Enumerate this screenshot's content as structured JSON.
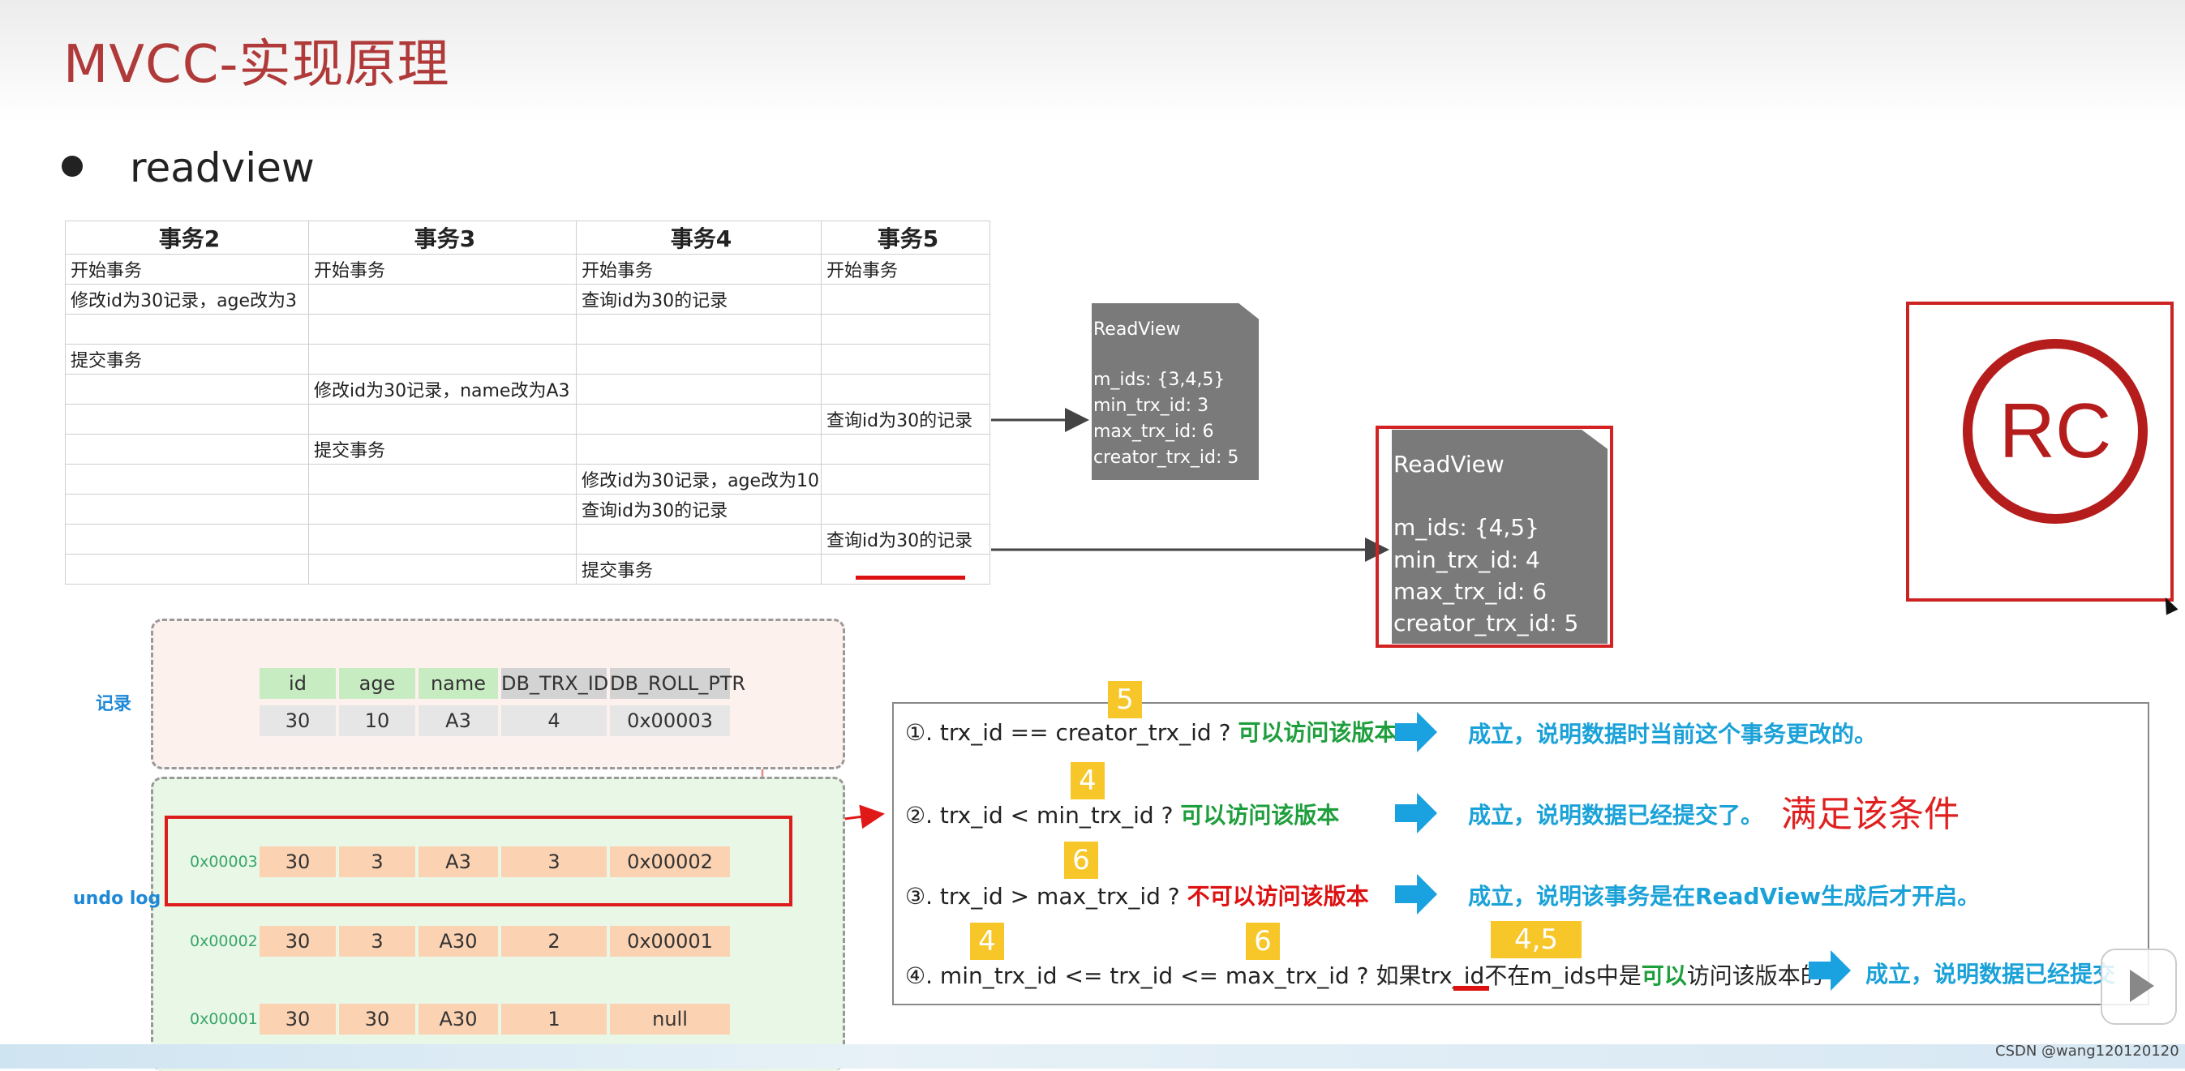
{
  "title": "MVCC-实现原理",
  "bullet": "readview",
  "table": {
    "headers": [
      "事务2",
      "事务3",
      "事务4",
      "事务5"
    ],
    "rows": [
      [
        "开始事务",
        "开始事务",
        "开始事务",
        "开始事务"
      ],
      [
        "修改id为30记录，age改为3",
        "",
        "查询id为30的记录",
        ""
      ],
      [
        "",
        "",
        "",
        ""
      ],
      [
        "提交事务",
        "",
        "",
        ""
      ],
      [
        "",
        "修改id为30记录，name改为A3",
        "",
        ""
      ],
      [
        "",
        "",
        "",
        "查询id为30的记录"
      ],
      [
        "",
        "提交事务",
        "",
        ""
      ],
      [
        "",
        "",
        "修改id为30记录，age改为10",
        ""
      ],
      [
        "",
        "",
        "查询id为30的记录",
        ""
      ],
      [
        "",
        "",
        "",
        "查询id为30的记录"
      ],
      [
        "",
        "",
        "提交事务",
        ""
      ]
    ]
  },
  "readview1": {
    "title": "ReadView",
    "m_ids": "m_ids: {3,4,5}",
    "min": "min_trx_id: 3",
    "max": "max_trx_id: 6",
    "creator": "creator_trx_id: 5"
  },
  "readview2": {
    "title": "ReadView",
    "m_ids": "m_ids: {4,5}",
    "min": "min_trx_id: 4",
    "max": "max_trx_id: 6",
    "creator": "creator_trx_id: 5"
  },
  "rc_label": "RC",
  "record": {
    "label": "记录",
    "headers": [
      "id",
      "age",
      "name",
      "DB_TRX_ID",
      "DB_ROLL_PTR"
    ],
    "values": [
      "30",
      "10",
      "A3",
      "4",
      "0x00003"
    ]
  },
  "undo": {
    "label": "undo log",
    "rows": [
      {
        "addr": "0x00003",
        "values": [
          "30",
          "3",
          "A3",
          "3",
          "0x00002"
        ]
      },
      {
        "addr": "0x00002",
        "values": [
          "30",
          "3",
          "A30",
          "2",
          "0x00001"
        ]
      },
      {
        "addr": "0x00001",
        "values": [
          "30",
          "30",
          "A30",
          "1",
          "null"
        ]
      }
    ]
  },
  "conditions": [
    {
      "num": "①.",
      "expr": "trx_id  == creator_trx_id ?",
      "verdict": "可以访问该版本",
      "result": "成立，说明数据时当前这个事务更改的。"
    },
    {
      "num": "②.",
      "expr": "trx_id < min_trx_id ?",
      "verdict": "可以访问该版本",
      "result": "成立，说明数据已经提交了。"
    },
    {
      "num": "③.",
      "expr": "trx_id > max_trx_id ?",
      "verdict": "不可以访问该版本",
      "result": "成立，说明该事务是在ReadView生成后才开启。"
    },
    {
      "num": "④.",
      "expr_a": "min_trx_id <= trx_id <= max_trx_id ?",
      "expr_b": "如果trx_id",
      "expr_c": "不在",
      "expr_d": "m_ids中是",
      "expr_e": "可以",
      "expr_f": "访问该版本的",
      "result": "成立，说明数据已经提交"
    }
  ],
  "badges": {
    "b1": "5",
    "b2": "4",
    "b3": "6",
    "b4a": "4",
    "b4b": "6",
    "b4c": "4,5"
  },
  "note": "满足该条件",
  "watermark": "CSDN @wang120120120",
  "colors": {
    "title": "#b03a3a",
    "highlight": "#dd1d1d",
    "badge": "#f7c628",
    "arrow": "#1aa2e0",
    "result_text": "#1aa2d8"
  }
}
